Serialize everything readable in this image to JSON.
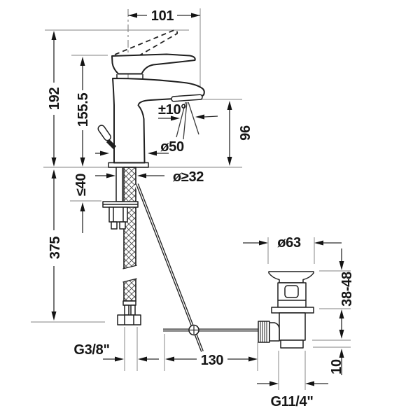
{
  "drawing": {
    "kind": "faucet-installation-dimension-drawing",
    "labels": {
      "width_top": "101",
      "height_total": "192",
      "height_body": "155.5",
      "spout_angle": "±10°",
      "spout_height": "96",
      "base_diameter": "ø50",
      "min_hole_diameter": "ø≥32",
      "max_deck_thickness": "≤40",
      "hose_length": "375",
      "drain_flange_diameter": "ø63",
      "clamping_range": "38-48",
      "supply_thread": "G3/8\"",
      "rod_reach": "130",
      "seal_height": "10",
      "waste_thread": "G11/4\""
    },
    "colors": {
      "line": "#1f1f1f",
      "dimension": "#2a2a2a",
      "reference": "#9b9b9b",
      "background": "#ffffff"
    }
  }
}
